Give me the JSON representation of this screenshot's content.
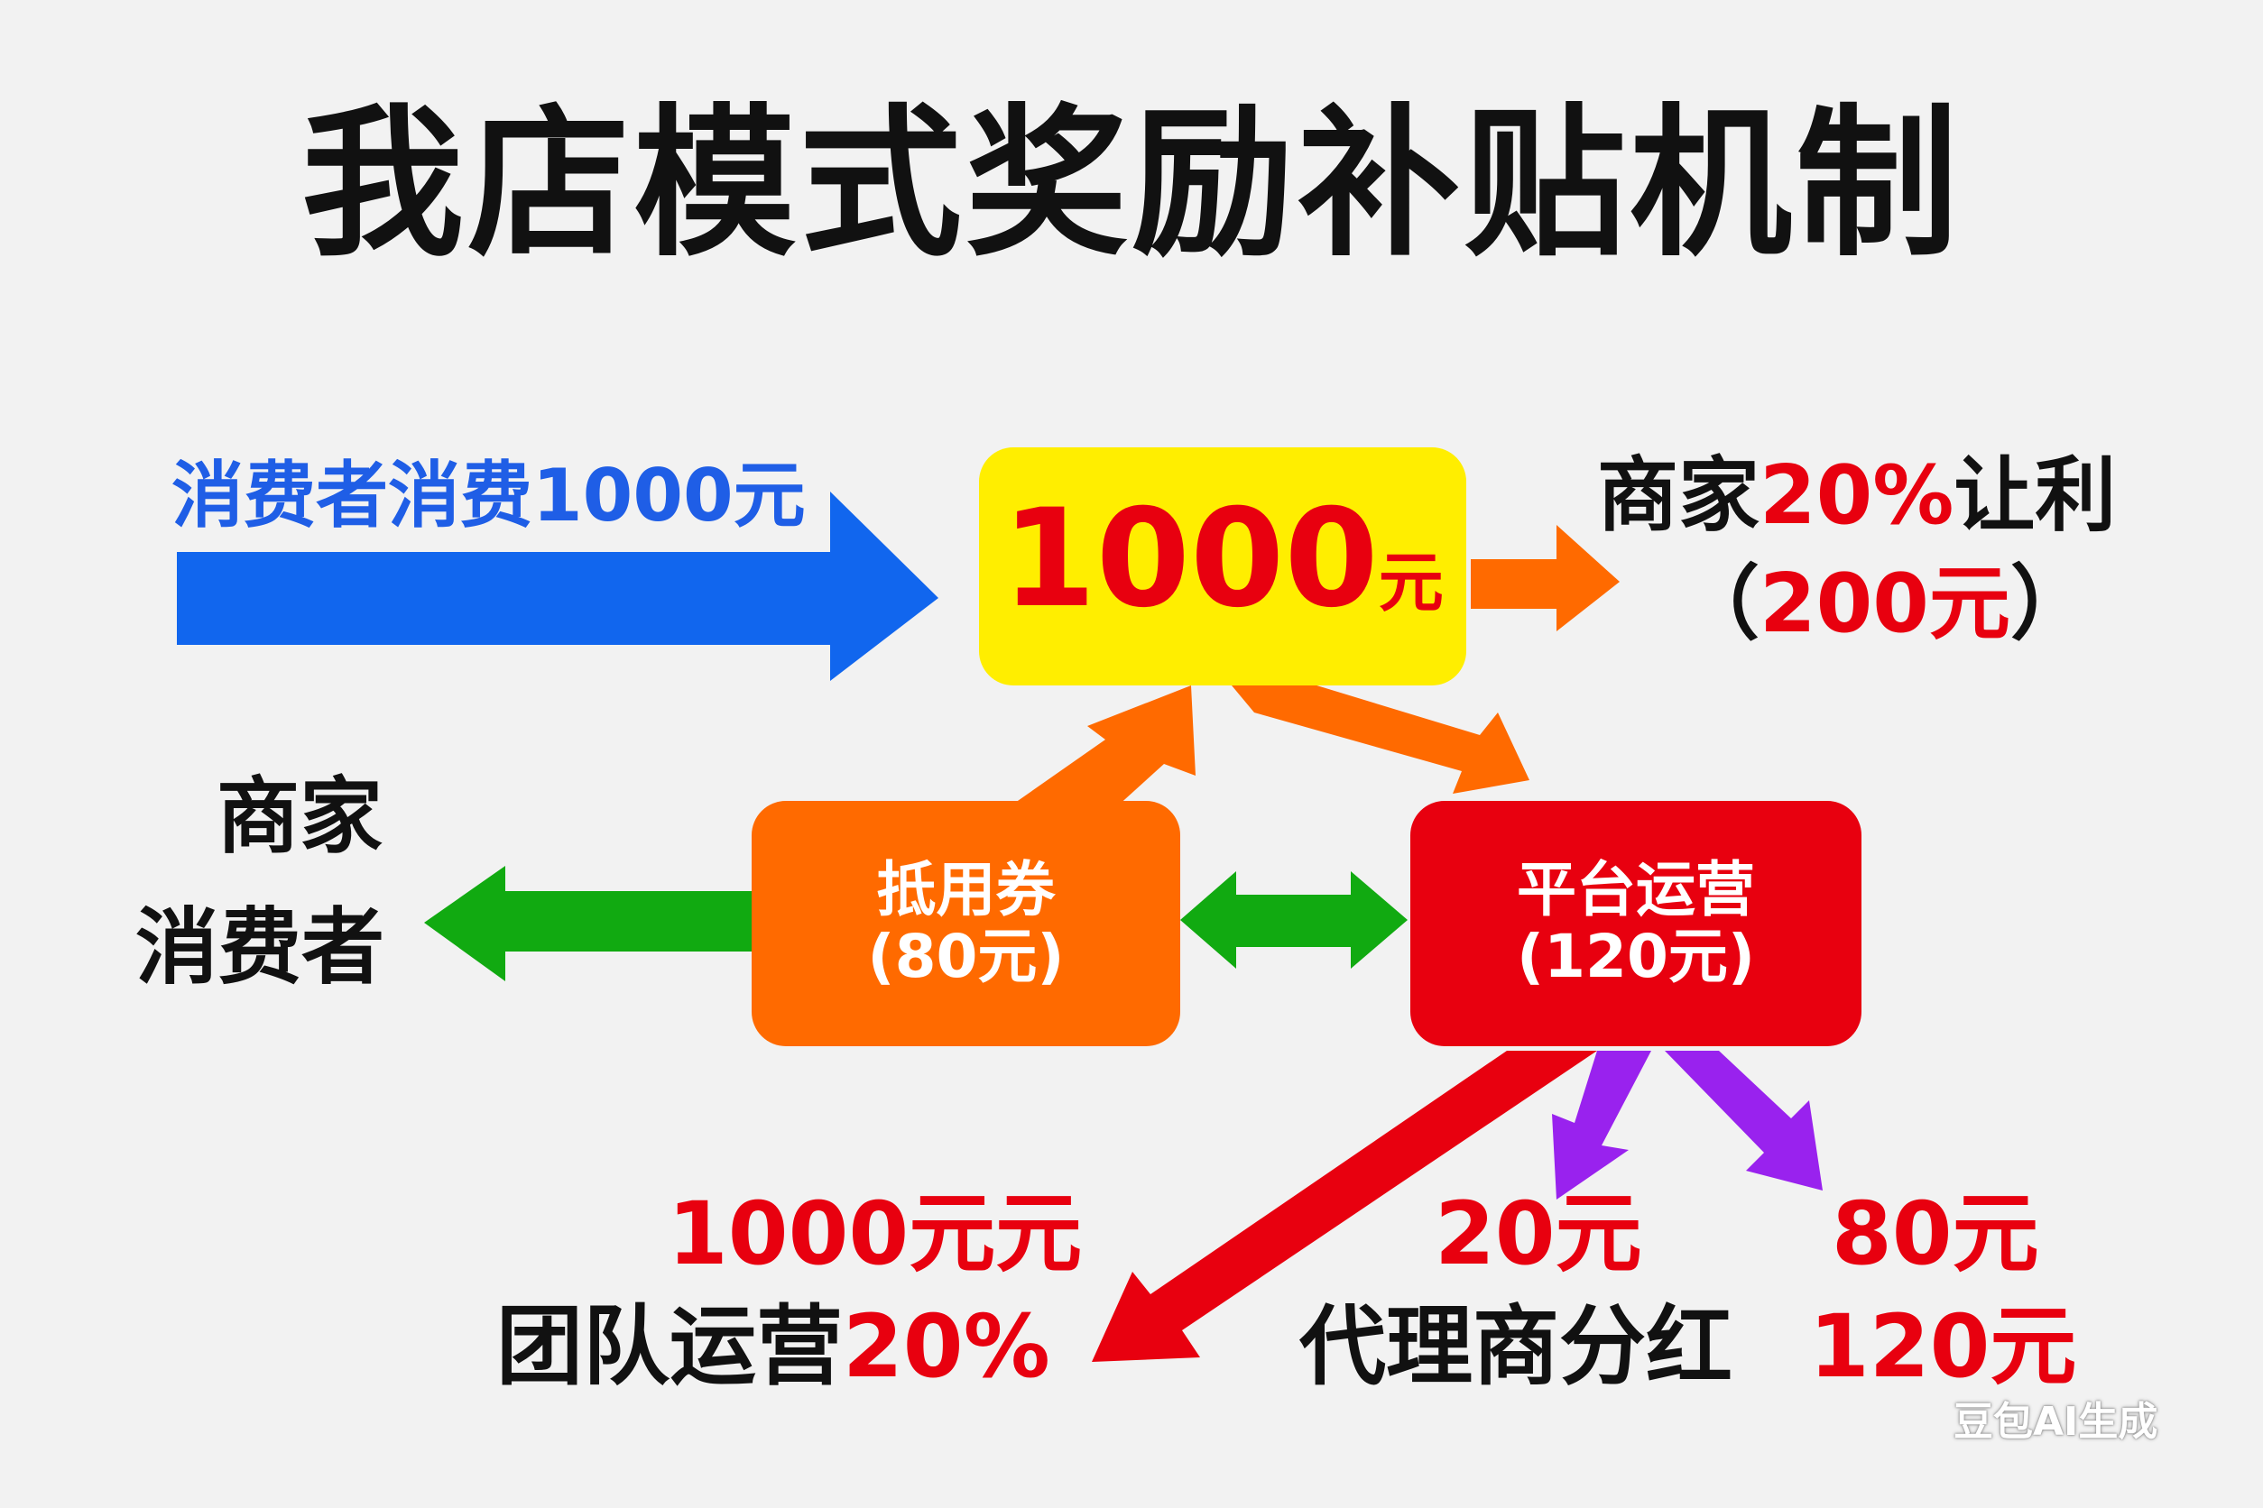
{
  "title": "我店模式奖励补贴机制",
  "consumer_label": "消费者消费1000元",
  "center": {
    "amount": "1000",
    "unit": "元"
  },
  "merchant_concession": {
    "line1_a": "商家",
    "line1_b": "20%",
    "line1_c": "让利",
    "line2_open": "（",
    "line2_amount": "200元",
    "line2_close": "）"
  },
  "left_recipients": {
    "line1": "商家",
    "line2": "消费者"
  },
  "voucher": {
    "label": "抵用券",
    "amount": "(80元)"
  },
  "platform": {
    "label": "平台运营",
    "amount": "(120元)"
  },
  "team": {
    "amount": "1000元元",
    "label": "团队运营",
    "percent": "20%"
  },
  "agent": {
    "amount": "20元",
    "label": "代理商分红"
  },
  "third": {
    "amount_top": "80元",
    "amount_bottom": "120元"
  },
  "watermark": "豆包AI生成",
  "colors": {
    "background": "#f2f2f2",
    "blue_arrow": "#1166ee",
    "yellow_box": "#ffee00",
    "orange": "#ff6a00",
    "red": "#e8000f",
    "green": "#11aa11",
    "purple": "#9922ee"
  }
}
